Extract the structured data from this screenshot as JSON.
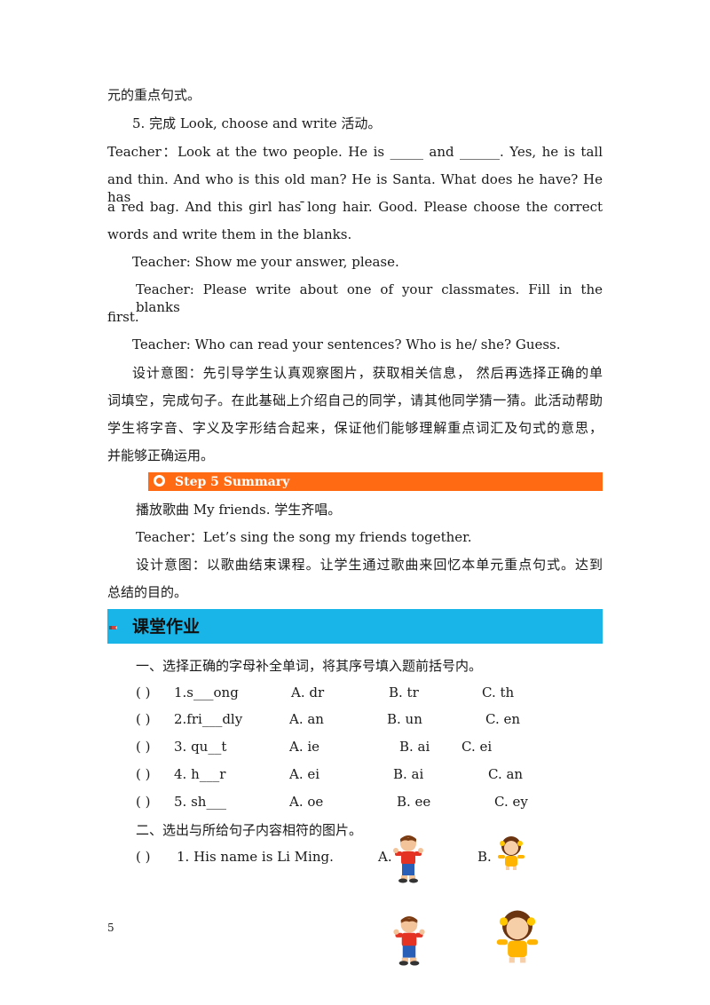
{
  "para1": {
    "tail": "元的重点句式。"
  },
  "step4": {
    "item5": "5. 完成 Look, choose and write 活动。",
    "teacher1": [
      "Teacher：Look at the two people. He is _____ and ______. Yes, he is tall",
      "and thin. And who is this old man? He is Santa. What does he have? He has",
      "a red bag. And this girl has  ̄long hair. Good. Please choose the correct",
      "words and write them in the blanks."
    ],
    "teacher2": "Teacher: Show me your answer, please.",
    "teacher3": [
      "Teacher: Please write about one of your classmates. Fill in the blanks",
      "first."
    ],
    "teacher4": "Teacher: Who can read your sentences? Who is he/ she? Guess.",
    "design": [
      "设计意图：先引导学生认真观察图片，获取相关信息， 然后再选择正确的单",
      "词填空，完成句子。在此基础上介绍自己的同学，请其他同学猜一猜。此活动帮助",
      "学生将字音、字义及字形结合起来，保证他们能够理解重点词汇及句式的意思，",
      "并能够正确运用。"
    ]
  },
  "step5": {
    "heading": "Step 5 Summary",
    "line1": "播放歌曲 My  friends. 学生齐唱。",
    "line2": "Teacher：Let’s  sing  the  song  my  friends  together.",
    "design": [
      "设计意图：以歌曲结束课程。让学生通过歌曲来回忆本单元重点句式。达到",
      "总结的目的。"
    ]
  },
  "homework": {
    "heading": "课堂作业",
    "part1_title": "一、选择正确的字母补全单词，将其序号填入题前括号内。",
    "part1_items": [
      {
        "paren": "(     )",
        "q": "1.s___ong",
        "a": "A.  dr",
        "b": "B.  tr",
        "c": "C.  th"
      },
      {
        "paren": "(     )",
        "q": "2.fri___dly",
        "a": "A.  an",
        "b": "B.  un",
        "c": "C.  en"
      },
      {
        "paren": "(     )",
        "q": "3.  qu__t",
        "a": "A.  ie",
        "b": "B.  ai",
        "c": "C. ei"
      },
      {
        "paren": "(     )",
        "q": "4.  h___r",
        "a": "A.  ei",
        "b": "B.  ai",
        "c": "C.  an"
      },
      {
        "paren": "(     )",
        "q": "5.  sh___",
        "a": "A.  oe",
        "b": "B.  ee",
        "c": "C.  ey"
      }
    ],
    "part2_title": "二、选出与所给句子内容相符的图片。",
    "part2_item": {
      "paren": "(       )",
      "q": "1.  His  name  is  Li  Ming.",
      "a": "A.",
      "b": "B."
    }
  },
  "page_number": "5",
  "colors": {
    "orange_bar": "#ff6a13",
    "blue_bar": "#19b5e8"
  }
}
